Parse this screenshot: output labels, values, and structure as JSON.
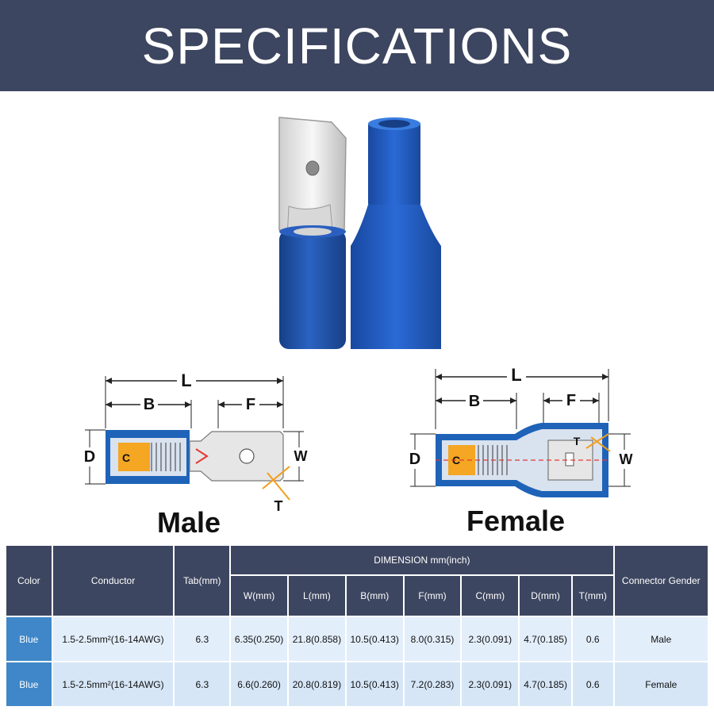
{
  "banner": {
    "title": "SPECIFICATIONS"
  },
  "diagrams": {
    "male": {
      "label": "Male",
      "dims": {
        "L": "L",
        "B": "B",
        "F": "F",
        "D": "D",
        "W": "W",
        "T": "T",
        "C": "C"
      }
    },
    "female": {
      "label": "Female",
      "dims": {
        "L": "L",
        "B": "B",
        "F": "F",
        "D": "D",
        "W": "W",
        "T": "T",
        "C": "C"
      }
    }
  },
  "colors": {
    "header_bg": "#3d4660",
    "insulation_blue": "#1f63b8",
    "color_cell": "#3f87c8",
    "row_bg": "#e3eefb",
    "crimp_yellow": "#f5a623",
    "accent_orange": "#f29d1c",
    "accent_red": "#e53935"
  },
  "table": {
    "headers": {
      "color": "Color",
      "conductor": "Conductor",
      "tab": "Tab(mm)",
      "dimension_group": "DIMENSION mm(inch)",
      "gender": "Connector Gender",
      "sub": [
        "W(mm)",
        "L(mm)",
        "B(mm)",
        "F(mm)",
        "C(mm)",
        "D(mm)",
        "T(mm)"
      ]
    },
    "rows": [
      {
        "color": "Blue",
        "conductor": "1.5-2.5mm²(16-14AWG)",
        "tab": "6.3",
        "w": "6.35(0.250)",
        "l": "21.8(0.858)",
        "b": "10.5(0.413)",
        "f": "8.0(0.315)",
        "c": "2.3(0.091)",
        "d": "4.7(0.185)",
        "t": "0.6",
        "gender": "Male"
      },
      {
        "color": "Blue",
        "conductor": "1.5-2.5mm²(16-14AWG)",
        "tab": "6.3",
        "w": "6.6(0.260)",
        "l": "20.8(0.819)",
        "b": "10.5(0.413)",
        "f": "7.2(0.283)",
        "c": "2.3(0.091)",
        "d": "4.7(0.185)",
        "t": "0.6",
        "gender": "Female"
      }
    ]
  }
}
